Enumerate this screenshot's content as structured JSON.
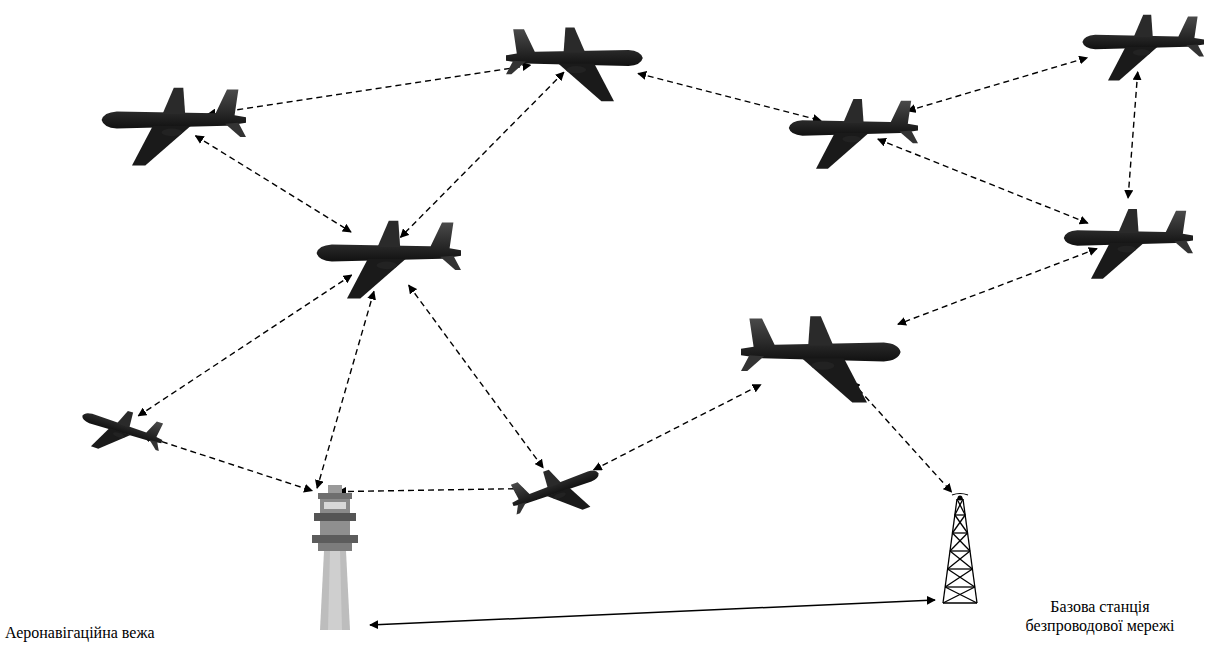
{
  "diagram": {
    "nodes": [
      {
        "text": [
          "Аеронавігаційна вежа"
        ]
      },
      {
        "text": [
          "Базова станція безпроводової мережі"
        ]
      }
    ],
    "edges": [
      {
        "from": 0,
        "to": 1,
        "arrow": "both"
      }
    ]
  }
}
